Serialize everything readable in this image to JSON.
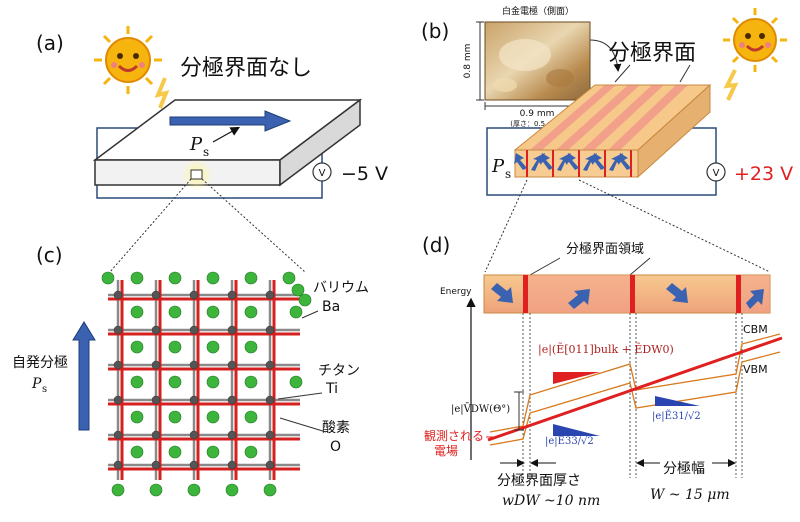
{
  "panels": {
    "a": {
      "label": "(a)",
      "title": "分極界面なし",
      "ps_symbol": "P",
      "ps_sub": "s",
      "voltage": "−5 V",
      "meter": "V"
    },
    "b": {
      "label": "(b)",
      "title": "分極界面",
      "electrode_caption": "白金電極（側面）",
      "height_dim": "0.8 mm",
      "width_dim": "0.9 mm",
      "thickness_note": "(厚さ：0.5 mm)",
      "ps_symbol": "P",
      "ps_sub": "s",
      "voltage": "+23 V",
      "meter": "V"
    },
    "c": {
      "label": "(c)",
      "spont_label": "自発分極",
      "ps_symbol": "P",
      "ps_sub": "s",
      "barium_jp": "バリウム",
      "barium_sym": "Ba",
      "titanium_jp": "チタン",
      "titanium_sym": "Ti",
      "oxygen_jp": "酸素",
      "oxygen_sym": "O"
    },
    "d": {
      "label": "(d)",
      "dw_region": "分極界面領域",
      "energy_axis": "Energy",
      "cbm": "CBM",
      "vbm": "VBM",
      "field_expr": "|e|(Ẽ[011]bulk + ẼDW0)",
      "potential_expr": "|e|V̄DW(Θ°)",
      "e33_expr": "|e|Ẽ33/√2",
      "e31_expr": "|e|Ẽ31/√2",
      "observed_field_1": "観測される",
      "observed_field_2": "電場",
      "dw_thickness_label": "分極界面厚さ",
      "dw_thickness_value": "wDW ~10 nm",
      "domain_width_label": "分極幅",
      "domain_width_value": "W ~ 15 μm"
    }
  },
  "colors": {
    "red": "#e02020",
    "blue_arrow": "#2e5fa8",
    "green_atom": "#3db53d",
    "stripe_orange": "#f5c07a",
    "stripe_pink": "#f4a08a",
    "band_orange": "#d87a1e",
    "sun": "#f6b40e"
  }
}
